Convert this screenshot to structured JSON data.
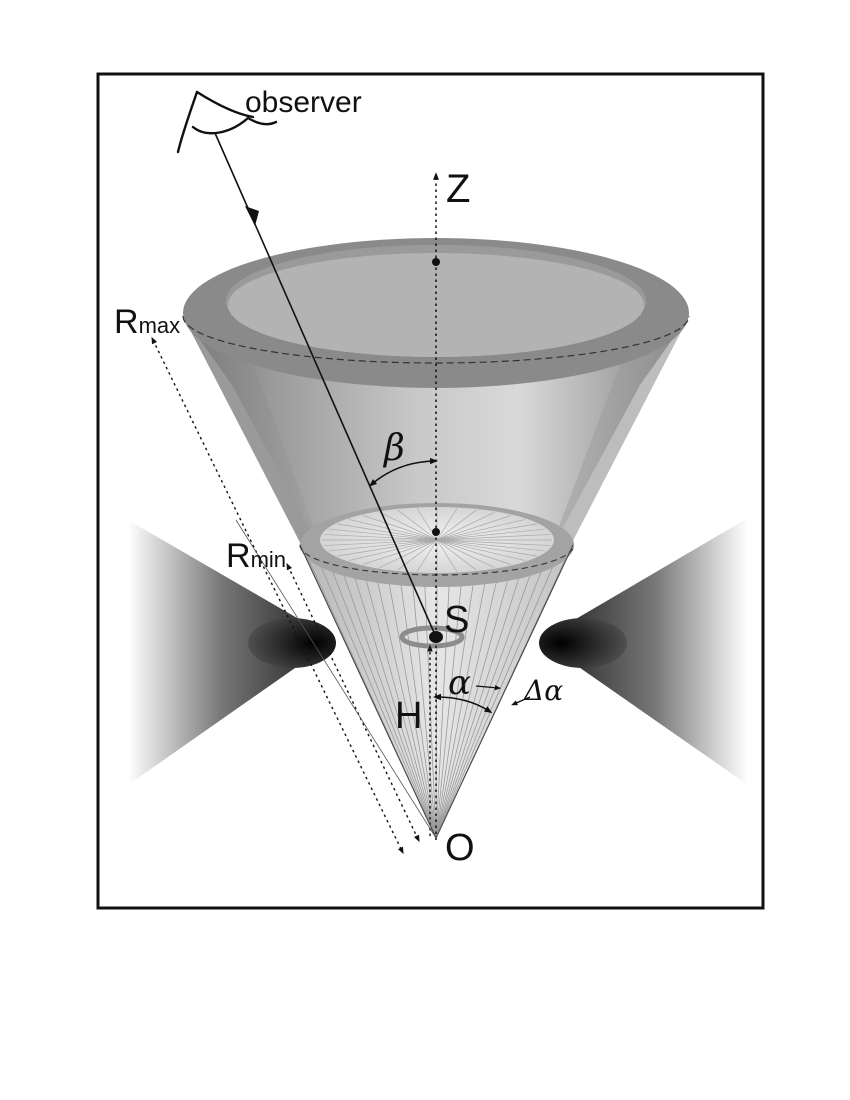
{
  "labels": {
    "observer": "observer",
    "z_axis": "Z",
    "r_max_main": "R",
    "r_max_sub": "max",
    "r_min_main": "R",
    "r_min_sub": "min",
    "beta": "β",
    "source": "S",
    "alpha": "α",
    "delta_alpha": "Δα",
    "height": "H",
    "origin": "O"
  },
  "colors": {
    "frame": "#111111",
    "line": "#111111",
    "cone_outer": "#8c8c8c",
    "cone_light": "#d8d8d8",
    "rim": "#8a8a8a"
  }
}
